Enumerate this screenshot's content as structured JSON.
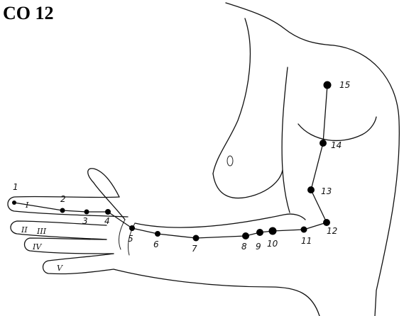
{
  "title": "CO 12",
  "points": [
    {
      "label": "1"
    },
    {
      "label": "2"
    },
    {
      "label": "3"
    },
    {
      "label": "4"
    },
    {
      "label": "5"
    },
    {
      "label": "6"
    },
    {
      "label": "7"
    },
    {
      "label": "8"
    },
    {
      "label": "9"
    },
    {
      "label": "10"
    },
    {
      "label": "11"
    },
    {
      "label": "12"
    },
    {
      "label": "13"
    },
    {
      "label": "14"
    },
    {
      "label": "15"
    }
  ],
  "finger_marks": [
    "I",
    "II",
    "III",
    "IV",
    "V"
  ]
}
